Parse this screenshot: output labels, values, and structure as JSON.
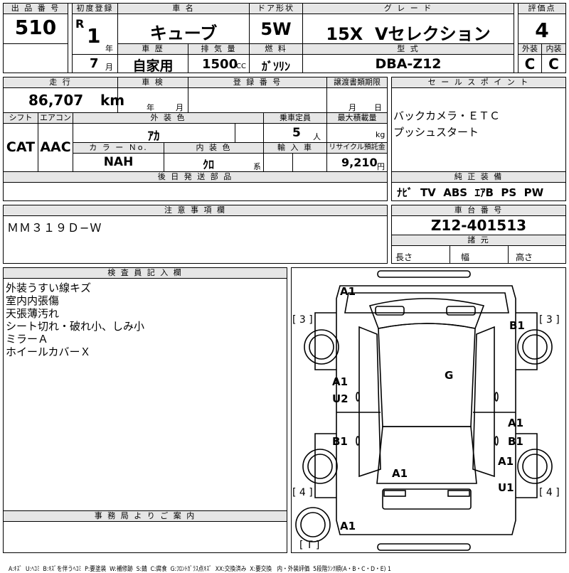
{
  "lot": {
    "label": "出 品 番 号",
    "value": "510"
  },
  "first_reg": {
    "label": "初度登録",
    "era": "R",
    "year": "1",
    "year_unit": "年",
    "month": "7",
    "month_unit": "月"
  },
  "car_name": {
    "label": "車 名",
    "value": "キューブ"
  },
  "door": {
    "label": "ドア形状",
    "value": "5W"
  },
  "grade": {
    "label": "グ レ ー ド",
    "value": "15X  Vセレクション"
  },
  "score": {
    "label": "評価点",
    "value": "4"
  },
  "history": {
    "label": "車 歴",
    "value": "自家用"
  },
  "displacement": {
    "label": "排 気 量",
    "value": "1500",
    "unit": "CC"
  },
  "fuel": {
    "label": "燃 料",
    "value": "ｶﾞｿﾘﾝ"
  },
  "model": {
    "label": "型 式",
    "value": "DBA-Z12"
  },
  "exterior_grade": {
    "label": "外装",
    "value": "C"
  },
  "interior_grade": {
    "label": "内装",
    "value": "C"
  },
  "mileage": {
    "label": "走 行",
    "value": "86,707",
    "unit": "km"
  },
  "inspection": {
    "label": "車 検",
    "year_unit": "年",
    "month_unit": "月"
  },
  "reg_number": {
    "label": "登 録 番 号"
  },
  "transfer": {
    "label": "譲渡書類期限",
    "month_unit": "月",
    "day_unit": "日"
  },
  "shift": {
    "label": "シフト",
    "value": "CAT"
  },
  "aircon": {
    "label": "エアコン",
    "value": "AAC"
  },
  "ext_color": {
    "label": "外 装 色",
    "value": "ｱｶ"
  },
  "capacity": {
    "label": "乗車定員",
    "value": "5",
    "unit": "人"
  },
  "max_load": {
    "label": "最大積載量",
    "unit": "kg"
  },
  "color_no": {
    "label": "カ ラ ー Ｎo.",
    "value": "NAH"
  },
  "int_color": {
    "label": "内 装 色",
    "value": "ｸﾛ",
    "unit": "系"
  },
  "import": {
    "label": "輸 入 車"
  },
  "recycle": {
    "label": "リサイクル預託金",
    "value": "9,210",
    "unit": "円"
  },
  "later_parts": {
    "label": "後 日 発 送 部 品"
  },
  "sales_point": {
    "label": "セ ー ル ス ポ イ ン ト",
    "lines": [
      "バックカメラ・ＥＴＣ",
      "プッシュスタート"
    ]
  },
  "equipment": {
    "label": "純 正 装 備",
    "value": "ﾅﾋﾞ  TV  ABS  ｴｱB  PS  PW"
  },
  "notes": {
    "label": "注 意 事 項 欄",
    "value": "ＭＭ３１９Ｄ−Ｗ"
  },
  "chassis": {
    "label": "車 台 番 号",
    "value": "Z12-401513"
  },
  "specs": {
    "label": "諸 元",
    "length": "長さ",
    "width": "幅",
    "height": "高さ"
  },
  "inspector": {
    "label": "検 査 員 記 入 欄",
    "lines": [
      "外装うすい線キズ",
      "室内内張傷",
      "天張薄汚れ",
      "シート切れ・破れ小、しみ小",
      "ミラーＡ",
      "ホイールカバーＸ"
    ]
  },
  "office": {
    "label": "事 務 局 よ り ご 案 内"
  },
  "diagram": {
    "marks": {
      "a1_front": "A1",
      "b1_front_right": "B1",
      "g_windshield": "G",
      "a1_left_door_front": "A1",
      "u2_left_door_front": "U2",
      "b1_left_door_rear": "B1",
      "a1_right_door_upper": "A1",
      "b1_right_door": "B1",
      "a1_right_rear": "A1",
      "u1_right_rear": "U1",
      "a1_rear_window": "A1",
      "a1_rear": "A1"
    },
    "tire_labels": {
      "front_left": "[ 3 ]",
      "front_right": "[ 3 ]",
      "rear_left": "[ 4 ]",
      "rear_right": "[ 4 ]",
      "spare": "[ T ]"
    }
  },
  "legend": "A:ｷｽﾞ  U:ﾍｺﾐ  B:ｷｽﾞを伴うﾍｺﾐ  P:要塗装  W:補修跡  S:錆  C:腐食  G:ﾌﾛﾝﾄｶﾞﾗｽ点ｷｽﾞ  XX:交換済み  X:要交換   内・外装評価  5段階ﾗﾝｸ順(A・B・C・D・E) 1"
}
